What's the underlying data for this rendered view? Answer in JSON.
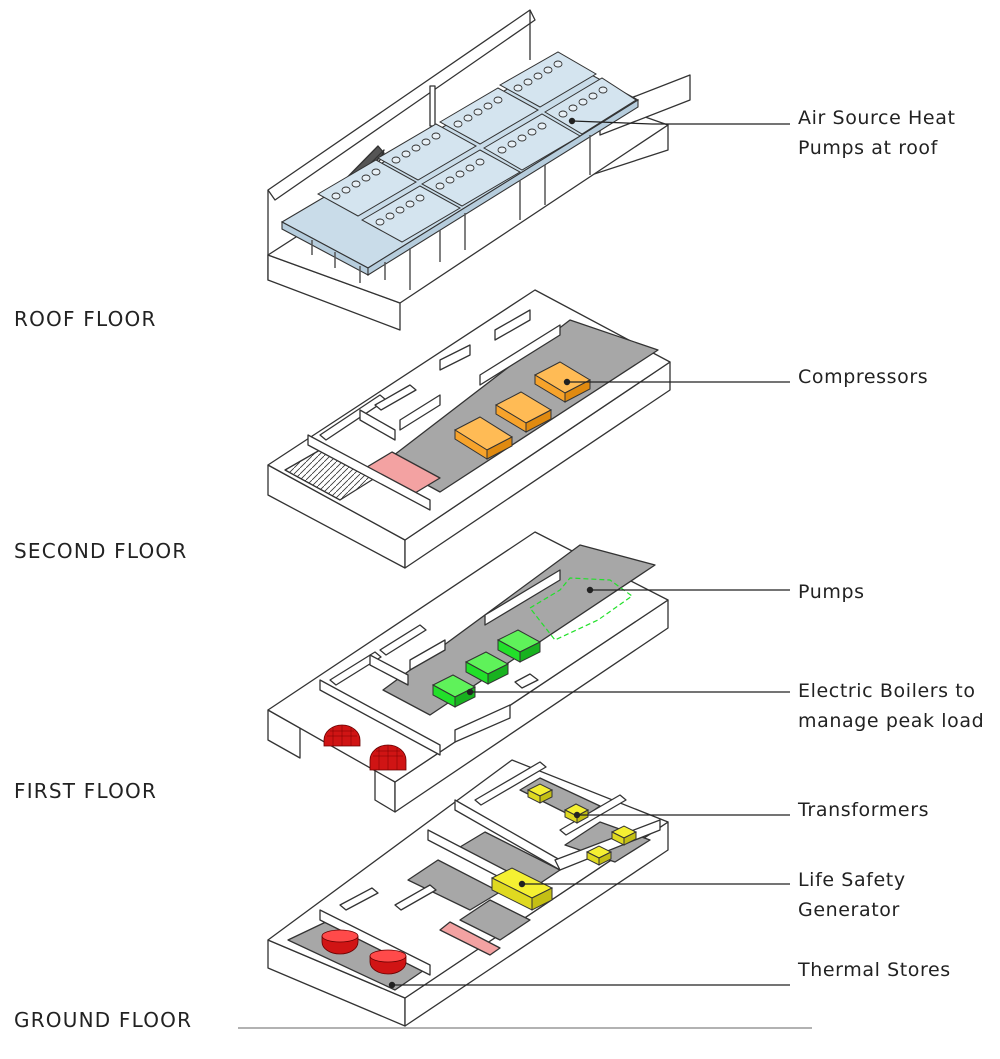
{
  "floors": [
    {
      "label": "ROOF FLOOR"
    },
    {
      "label": "SECOND FLOOR"
    },
    {
      "label": "FIRST FLOOR"
    },
    {
      "label": "GROUND FLOOR"
    }
  ],
  "callouts": [
    {
      "lines": [
        "Air Source Heat",
        "Pumps at roof"
      ]
    },
    {
      "lines": [
        "Compressors"
      ]
    },
    {
      "lines": [
        "Pumps"
      ]
    },
    {
      "lines": [
        "Electric Boilers to",
        "manage peak load"
      ]
    },
    {
      "lines": [
        "Transformers"
      ]
    },
    {
      "lines": [
        "Life Safety",
        "Generator"
      ]
    },
    {
      "lines": [
        "Thermal Stores"
      ]
    }
  ],
  "colors": {
    "heat_pump_panel": "#c9dce9",
    "compressor": "#f7a32b",
    "pump_boiler": "#22e02a",
    "transformer": "#f5f032",
    "thermal_store": "#d01414",
    "floor_slab": "#a7a7a7",
    "riser": "#f3a2a2",
    "wall": "#ffffff",
    "linework": "#333333"
  }
}
